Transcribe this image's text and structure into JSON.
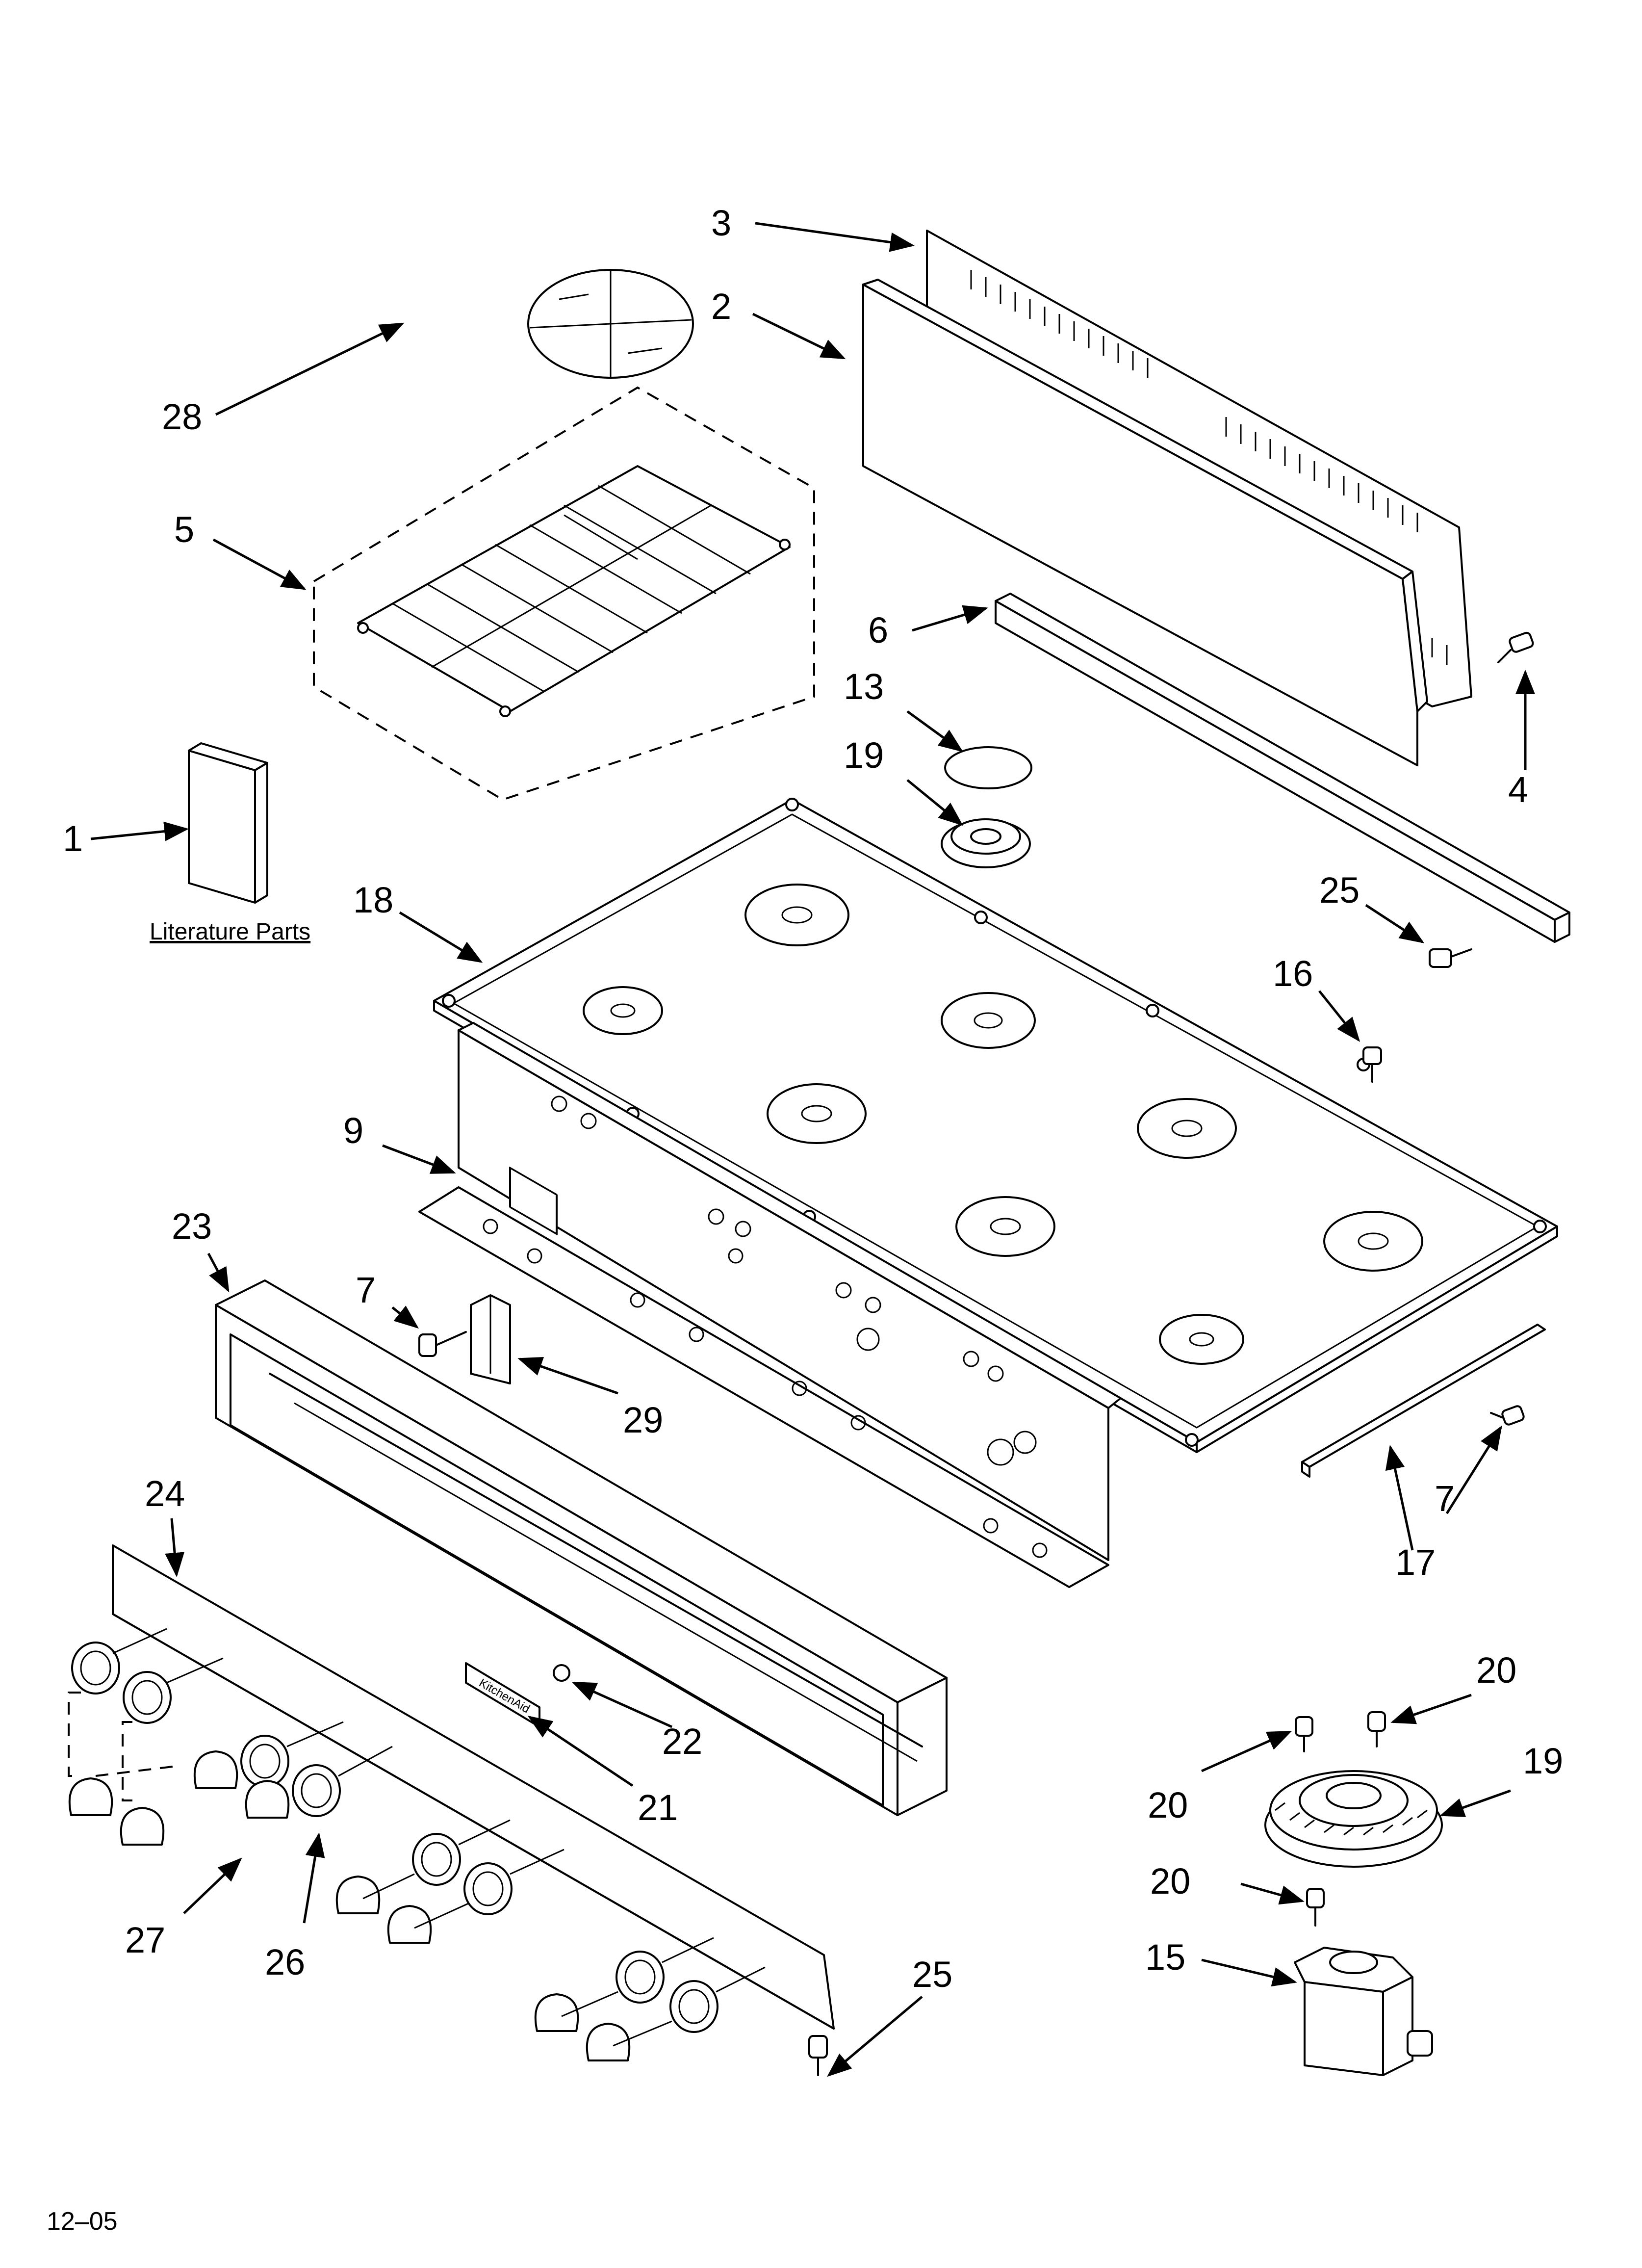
{
  "callouts": {
    "c1": "1",
    "c2": "2",
    "c3": "3",
    "c4": "4",
    "c5": "5",
    "c6": "6",
    "c7a": "7",
    "c7b": "7",
    "c9": "9",
    "c13": "13",
    "c15": "15",
    "c16": "16",
    "c17": "17",
    "c18": "18",
    "c19a": "19",
    "c19b": "19",
    "c20a": "20",
    "c20b": "20",
    "c20c": "20",
    "c21": "21",
    "c22": "22",
    "c23": "23",
    "c24": "24",
    "c25a": "25",
    "c25b": "25",
    "c26": "26",
    "c27": "27",
    "c28": "28",
    "c29": "29"
  },
  "literature_label": "Literature Parts",
  "footer_code": "12–05",
  "badge_text": "KitchenAid"
}
